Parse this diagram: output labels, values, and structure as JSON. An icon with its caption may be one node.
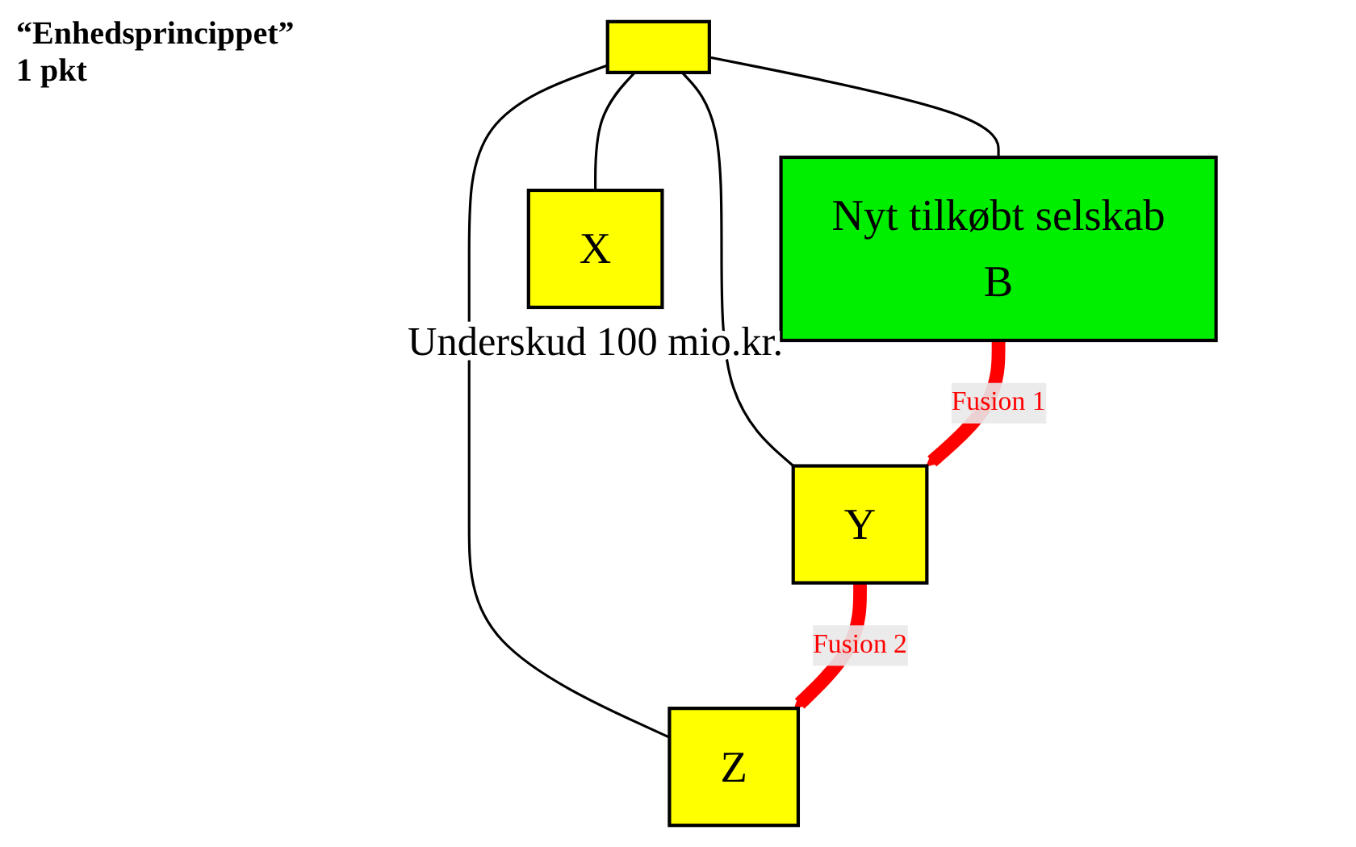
{
  "diagram": {
    "nodes": [
      {
        "text": [],
        "shape": "box"
      },
      {
        "text": [
          "Nyt tilkøbt selskab",
          "B"
        ]
      },
      {
        "text": [
          "X"
        ],
        "beside": [
          "Underskud 100 mio.kr."
        ]
      },
      {
        "text": [
          "Z"
        ]
      },
      {
        "text": [
          "Y"
        ]
      }
    ],
    "edges": [
      {
        "from": 0,
        "to": 2,
        "arrow": "none"
      },
      {
        "from": 0,
        "to": 4,
        "arrow": "none"
      },
      {
        "from": 0,
        "to": 3,
        "arrow": "none"
      },
      {
        "from": 0,
        "to": 1,
        "arrow": "none"
      },
      {
        "from": 1,
        "to": 4,
        "arrow": "to",
        "label": "Fusion 1",
        "style": "thick",
        "color": "#ff0000"
      },
      {
        "from": 4,
        "to": 3,
        "arrow": "to",
        "label": "Fusion 2",
        "style": "thick",
        "color": "#ff0000"
      }
    ],
    "labels": [
      "“Enhedsprincippet” 1 pkt"
    ]
  }
}
